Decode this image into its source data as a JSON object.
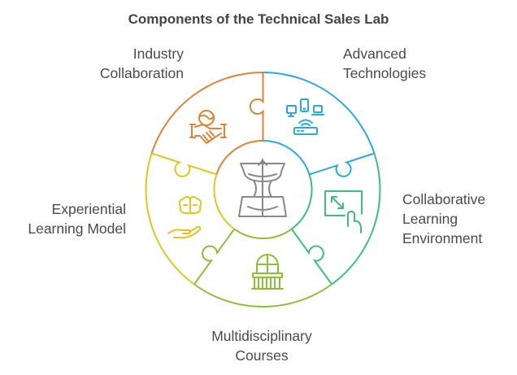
{
  "title": "Components of the Technical Sales Lab",
  "center_icon": "lab-structure-icon",
  "segments": [
    {
      "id": "industry-collaboration",
      "lines": [
        "Industry",
        "Collaboration"
      ],
      "icon": "handshake-globe-icon",
      "color": "#D9843A"
    },
    {
      "id": "advanced-technologies",
      "lines": [
        "Advanced",
        "Technologies"
      ],
      "icon": "devices-router-icon",
      "color": "#29A9E0"
    },
    {
      "id": "collaborative-learning-environment",
      "lines": [
        "Collaborative",
        "Learning",
        "Environment"
      ],
      "icon": "touch-screen-icon",
      "color": "#3DBE7E"
    },
    {
      "id": "multidisciplinary-courses",
      "lines": [
        "Multidisciplinary",
        "Courses"
      ],
      "icon": "building-icon",
      "color": "#8DBE3A"
    },
    {
      "id": "experiential-learning-model",
      "lines": [
        "Experiential",
        "Learning Model"
      ],
      "icon": "brain-hand-icon",
      "color": "#E2C51C"
    }
  ]
}
